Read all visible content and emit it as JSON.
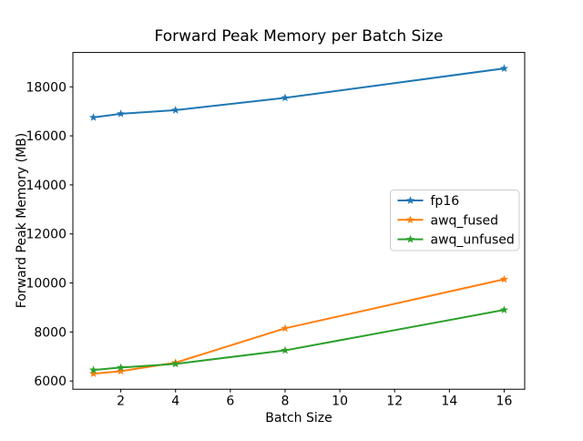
{
  "chart_data": {
    "type": "line",
    "title": "Forward Peak Memory per Batch Size",
    "xlabel": "Batch Size",
    "ylabel": "Forward Peak Memory (MB)",
    "x": [
      1,
      2,
      4,
      8,
      16
    ],
    "series": [
      {
        "name": "fp16",
        "color": "#1f77b4",
        "values": [
          16750,
          16900,
          17050,
          17550,
          18750
        ]
      },
      {
        "name": "awq_fused",
        "color": "#ff7f0e",
        "values": [
          6300,
          6400,
          6750,
          8150,
          10150
        ]
      },
      {
        "name": "awq_unfused",
        "color": "#2ca02c",
        "values": [
          6450,
          6550,
          6700,
          7250,
          8900
        ]
      }
    ],
    "marker": "star",
    "xticks": [
      2,
      4,
      6,
      8,
      10,
      12,
      14,
      16
    ],
    "yticks": [
      6000,
      8000,
      10000,
      12000,
      14000,
      16000,
      18000
    ],
    "xlim": [
      0.25,
      16.75
    ],
    "ylim": [
      5665,
      19400
    ],
    "grid": false,
    "legend_position": "center right",
    "axis_color": "#000000",
    "legend_border_color": "#cccccc",
    "legend_background": "rgba(255,255,255,0.8)"
  }
}
